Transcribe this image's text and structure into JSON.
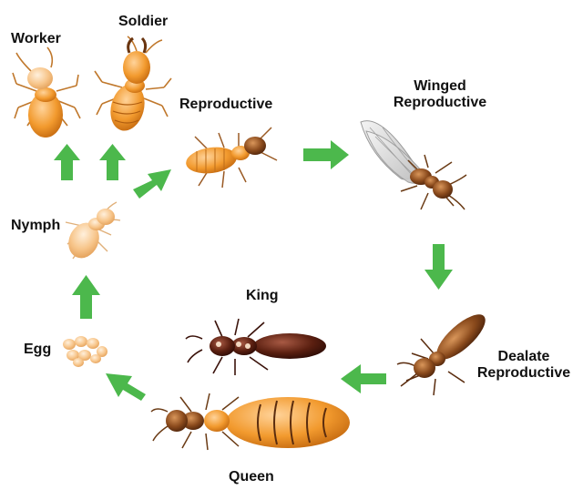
{
  "stages": {
    "worker": "Worker",
    "soldier": "Soldier",
    "reproductive": "Reproductive",
    "winged_line1": "Winged",
    "winged_line2": "Reproductive",
    "nymph": "Nymph",
    "king": "King",
    "egg": "Egg",
    "dealate_line1": "Dealate",
    "dealate_line2": "Reproductive",
    "queen": "Queen"
  },
  "colors": {
    "arrow": "#4cb84c",
    "orange": "#f29a2e",
    "light_orange": "#f7c58a",
    "brown": "#8a4a1c",
    "dark_brown": "#5a1f10",
    "label": "#111111"
  }
}
